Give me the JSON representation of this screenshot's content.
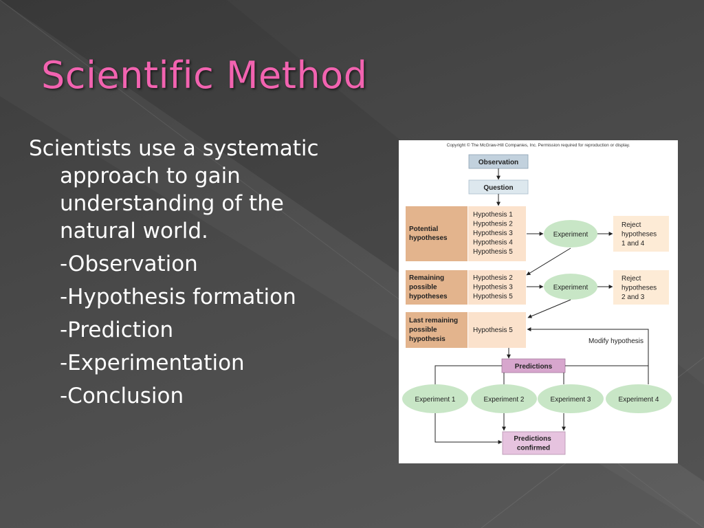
{
  "slide": {
    "title": "Scientific Method",
    "intro": "Scientists use a systematic approach to gain understanding of the natural world.",
    "steps": [
      "-Observation",
      "-Hypothesis formation",
      "-Prediction",
      "-Experimentation",
      "-Conclusion"
    ]
  },
  "figure": {
    "copyright": "Copyright © The McGraw-Hill Companies, Inc. Permission required for reproduction or display.",
    "observation": "Observation",
    "question": "Question",
    "rows": [
      {
        "label_lines": [
          "Potential",
          "hypotheses"
        ],
        "hypotheses": [
          "Hypothesis 1",
          "Hypothesis 2",
          "Hypothesis 3",
          "Hypothesis 4",
          "Hypothesis 5"
        ],
        "experiment": "Experiment",
        "reject_lines": [
          "Reject",
          "hypotheses",
          "1 and 4"
        ]
      },
      {
        "label_lines": [
          "Remaining",
          "possible",
          "hypotheses"
        ],
        "hypotheses": [
          "Hypothesis 2",
          "Hypothesis 3",
          "Hypothesis 5"
        ],
        "experiment": "Experiment",
        "reject_lines": [
          "Reject",
          "hypotheses",
          "2 and 3"
        ]
      },
      {
        "label_lines": [
          "Last remaining",
          "possible",
          "hypothesis"
        ],
        "hypotheses": [
          "Hypothesis 5"
        ]
      }
    ],
    "modify": "Modify hypothesis",
    "predictions": "Predictions",
    "experiments": [
      "Experiment 1",
      "Experiment 2",
      "Experiment 3",
      "Experiment 4"
    ],
    "confirmed_lines": [
      "Predictions",
      "confirmed"
    ]
  },
  "colors": {
    "title": "#f263b0",
    "label_box": "#e3b48d",
    "hyp_box": "#fbe2cc",
    "reject_box": "#fdebd6",
    "experiment": "#c8e6c6",
    "question_box": "#dde8ee",
    "observation_box": "#c2d1dd",
    "predictions_box": "#d7a6cd"
  }
}
